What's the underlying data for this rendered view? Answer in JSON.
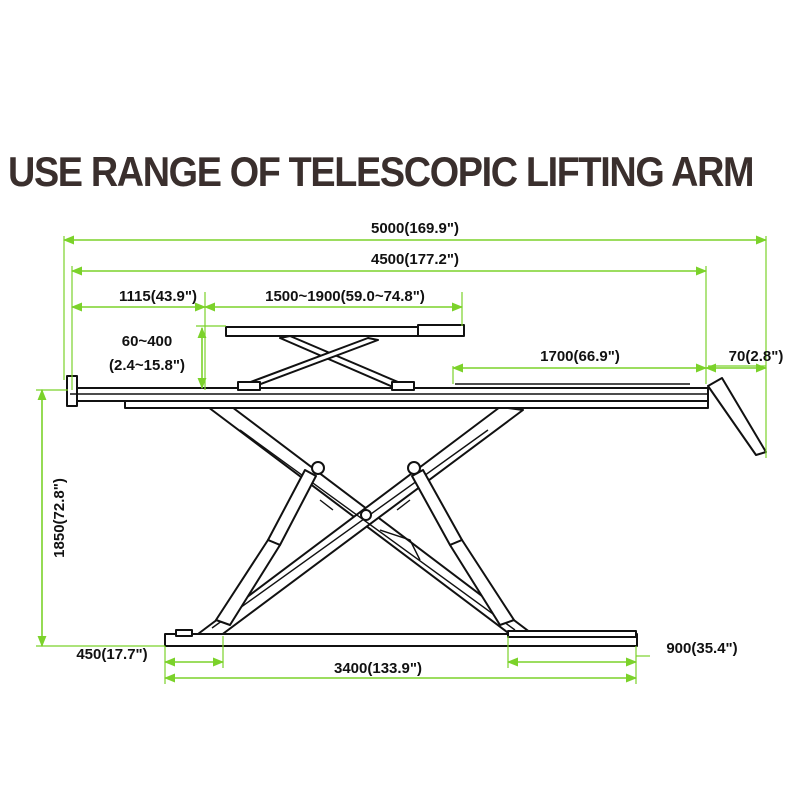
{
  "title": "USE RANGE OF TELESCOPIC LIFTING ARM",
  "dimensions": {
    "total_length": "5000(169.9\")",
    "platform_length": "4500(177.2\")",
    "front_offset": "1115(43.9\")",
    "arm_range": "1500~1900(59.0~74.8\")",
    "arm_height_mm": "60~400",
    "arm_height_in": "(2.4~15.8\")",
    "rear_section": "1700(66.9\")",
    "ramp": "70(2.8\")",
    "height": "1850(72.8\")",
    "base_offset": "450(17.7\")",
    "base_length": "3400(133.9\")",
    "base_right": "900(35.4\")"
  },
  "colors": {
    "dimension_line": "#7bd22a",
    "drawing_line": "#111111",
    "title": "#3a2f2d"
  }
}
